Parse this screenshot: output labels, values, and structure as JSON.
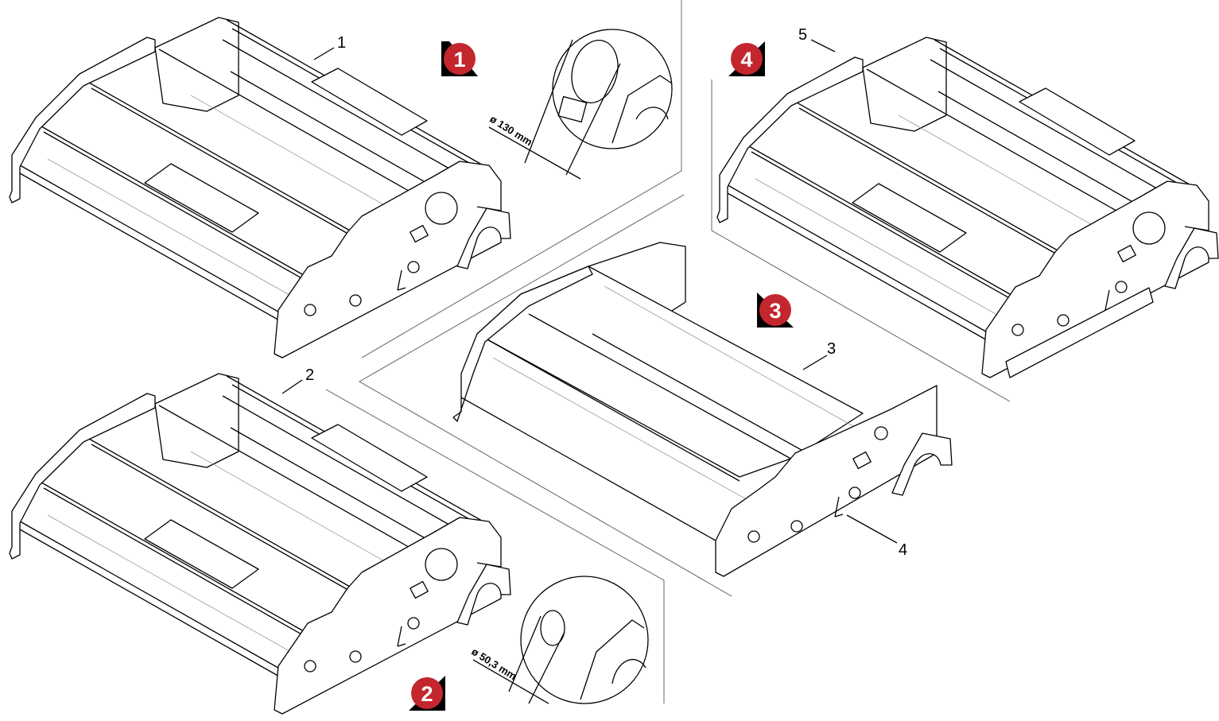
{
  "diagram": {
    "callouts": [
      "1",
      "2",
      "3",
      "4",
      "5"
    ],
    "steps": [
      {
        "number": "1",
        "dimension": "ø 130 mm"
      },
      {
        "number": "2",
        "dimension": "ø 50,3 mm"
      },
      {
        "number": "3"
      },
      {
        "number": "4"
      }
    ],
    "colors": {
      "badge": "#c4262e",
      "badge_corner": "#000000",
      "line": "#000000"
    }
  }
}
